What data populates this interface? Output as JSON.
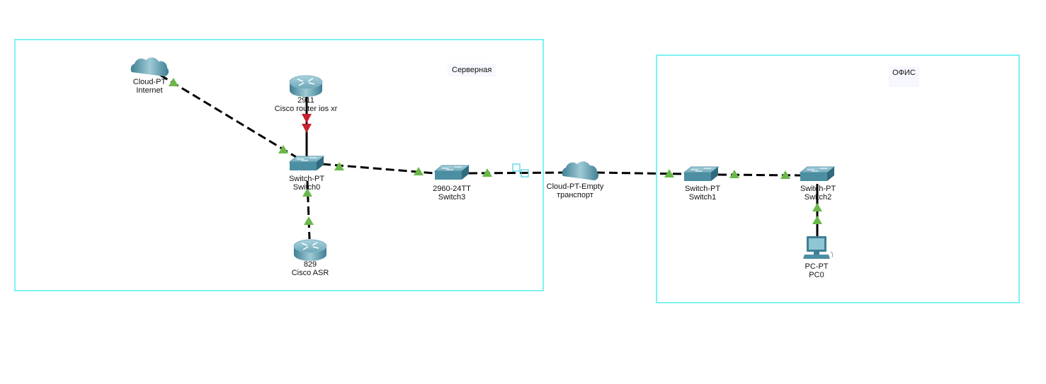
{
  "zones": [
    {
      "id": "server",
      "label": "Серверная",
      "border_color": "#7ff1f1"
    },
    {
      "id": "office",
      "label": "ОФИС",
      "border_color": "#7ff1f1"
    }
  ],
  "devices": [
    {
      "id": "internet",
      "type": "cloud",
      "model": "Cloud-PT",
      "name": "Internet"
    },
    {
      "id": "router2911",
      "type": "router",
      "model": "2911",
      "name": "Cisco router ios xr"
    },
    {
      "id": "switch0",
      "type": "switch",
      "model": "Switch-PT",
      "name": "Switch0"
    },
    {
      "id": "router829",
      "type": "router",
      "model": "829",
      "name": "Cisco ASR"
    },
    {
      "id": "switch3",
      "type": "switch",
      "model": "2960-24TT",
      "name": "Switch3"
    },
    {
      "id": "transport",
      "type": "cloud",
      "model": "Cloud-PT-Empty",
      "name": "транспорт"
    },
    {
      "id": "switch1",
      "type": "switch",
      "model": "Switch-PT",
      "name": "Switch1"
    },
    {
      "id": "switch2",
      "type": "switch",
      "model": "Switch-PT",
      "name": "Switch2"
    },
    {
      "id": "pc0",
      "type": "pc",
      "model": "PC-PT",
      "name": "PC0"
    }
  ],
  "links": [
    {
      "from": "internet",
      "to": "switch0",
      "cable": "dashed",
      "status": "up"
    },
    {
      "from": "router2911",
      "to": "switch0",
      "cable": "solid",
      "status": "down"
    },
    {
      "from": "switch0",
      "to": "router829",
      "cable": "dashed",
      "status": "up"
    },
    {
      "from": "switch0",
      "to": "switch3",
      "cable": "dashed",
      "status": "up"
    },
    {
      "from": "switch3",
      "to": "transport",
      "cable": "dashed",
      "status": "up"
    },
    {
      "from": "transport",
      "to": "switch1",
      "cable": "dashed",
      "status": "up"
    },
    {
      "from": "switch1",
      "to": "switch2",
      "cable": "dashed",
      "status": "up"
    },
    {
      "from": "switch2",
      "to": "pc0",
      "cable": "solid",
      "status": "up"
    }
  ],
  "colors": {
    "link_up": "#6ab84a",
    "link_down": "#c8202f",
    "cable": "#000000",
    "device": "#4f93a8"
  }
}
